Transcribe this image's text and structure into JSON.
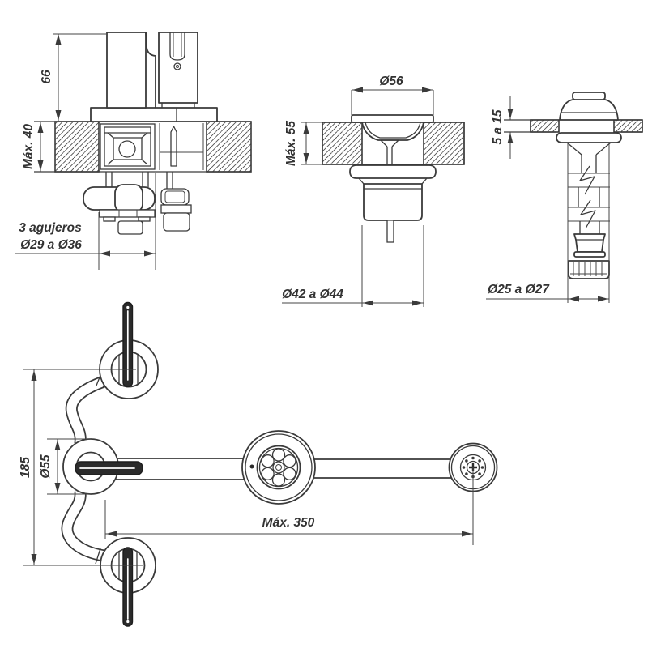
{
  "drawing": {
    "type": "plumbing fixture installation drawing",
    "language": "es",
    "colors": {
      "line": "#3a3a3a",
      "background": "#ffffff",
      "lever_fill": "#2b2b2b"
    }
  },
  "views": {
    "valve_section": {
      "label": "wall-mounted mixer valve cross-section",
      "dims": {
        "height": "66",
        "wall": "Máx. 40",
        "holes1": "3 agujeros",
        "holes2": "Ø29 a Ø36"
      }
    },
    "drain_section": {
      "label": "pop-up drain through deck",
      "dims": {
        "top": "Ø56",
        "deck": "Máx. 55",
        "body": "Ø42 a Ø44"
      }
    },
    "popup_rod": {
      "label": "pop-up pull rod through deck",
      "dims": {
        "protrusion": "5 a 15",
        "nut": "Ø25 a Ø27"
      }
    },
    "plan": {
      "label": "faucet front/plan view",
      "dims": {
        "span": "185",
        "rosette": "Ø55",
        "reach": "Máx. 350"
      }
    }
  }
}
